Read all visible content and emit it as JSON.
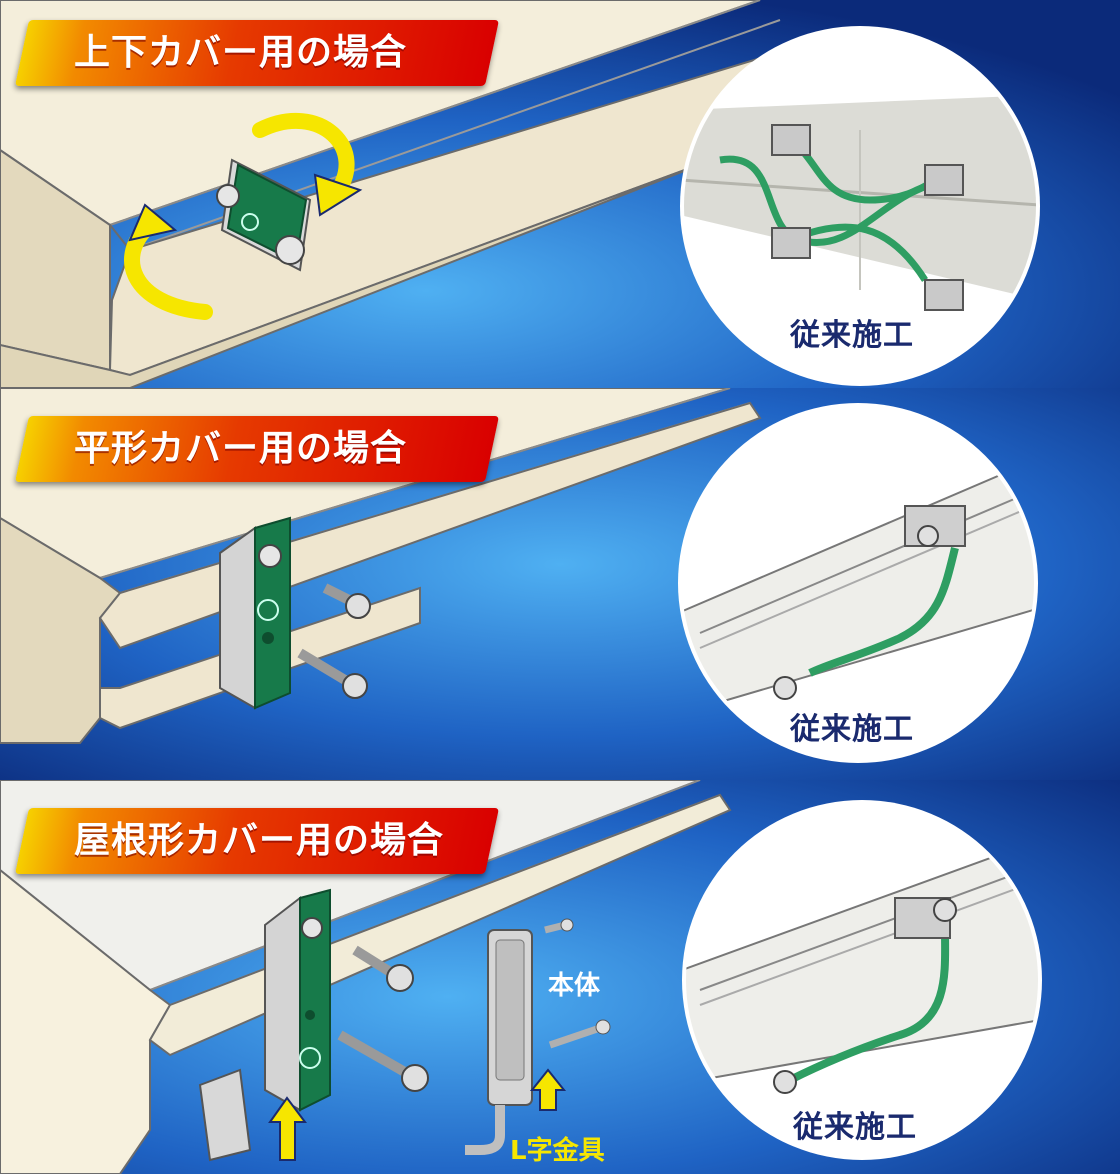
{
  "sections": [
    {
      "title": "上下カバー用の場合",
      "circle_label": "従来施工"
    },
    {
      "title": "平形カバー用の場合",
      "circle_label": "従来施工"
    },
    {
      "title": "屋根形カバー用の場合",
      "circle_label": "従来施工"
    }
  ],
  "parts": {
    "body_label": "本体",
    "bracket_label": "L字金具"
  },
  "colors": {
    "background_dark": "#0b2a7a",
    "background_light": "#4aa6ee",
    "banner_red": "#d90000",
    "banner_yellow": "#f6d000",
    "duct_cream": "#efe6cf",
    "plate_green": "#177a4a",
    "wire_green": "#2e9e62",
    "arrow_yellow": "#f6e600",
    "label_navy": "#1a2a6e"
  }
}
